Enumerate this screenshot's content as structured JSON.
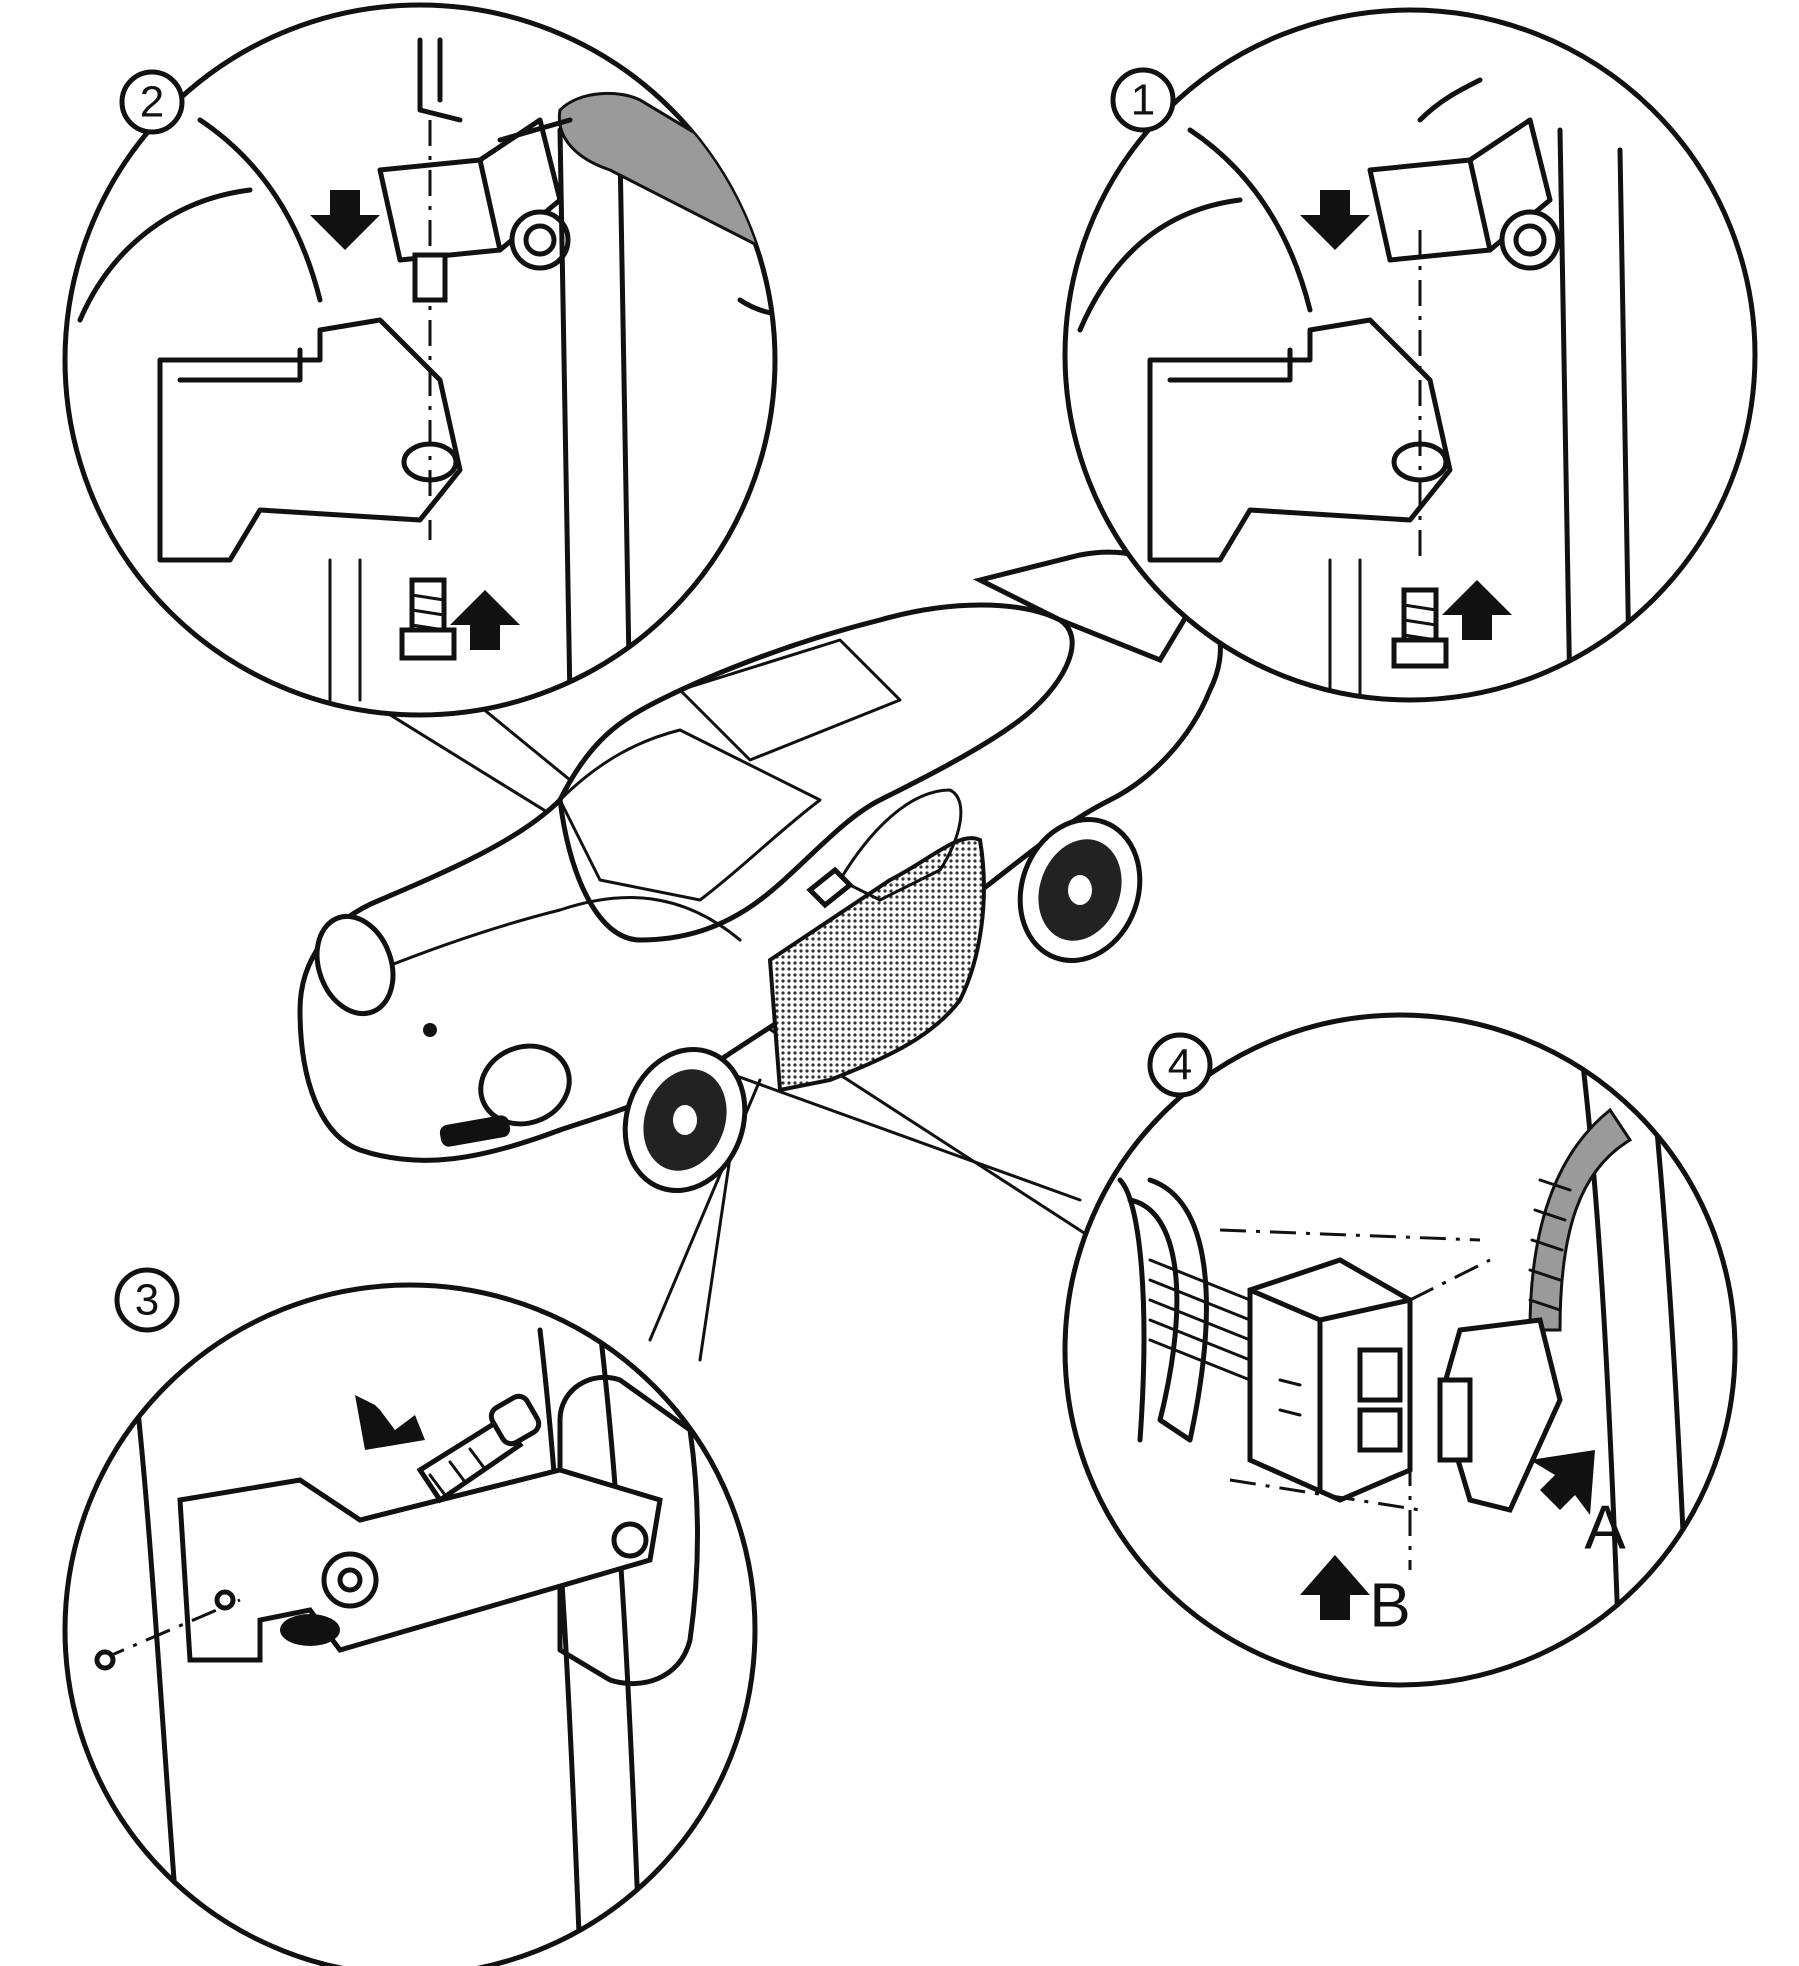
{
  "callouts": {
    "c1": "1",
    "c2": "2",
    "c3": "3",
    "c4": "4"
  },
  "letters": {
    "a": "A",
    "b": "B"
  }
}
